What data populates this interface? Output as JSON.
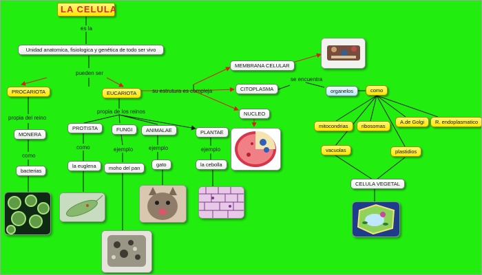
{
  "title": "LA  CELULA",
  "link_labels": {
    "es_la": "es  la",
    "pueden_ser": "pueden ser",
    "su_estructura": "su estrutura es compleja",
    "se_encuentra": "se encuentra",
    "propia_reino": "propia del reino",
    "como": "como",
    "propia_reinos": "propia de los reinos",
    "ejemplo": "ejemplo"
  },
  "nodes": {
    "unidad": "Unidad anatomica, fisiologica y genética de todo ser vivo",
    "membrana": "MEMBRANA CELULAR",
    "procariota": "PROCARIOTA",
    "eucariota": "EUCARIOTA",
    "citoplasma": "CITOPLASMA",
    "organelos": "organelos",
    "como_yellow": "como",
    "nucleo": "NUCLEO",
    "monera": "MONERA",
    "bacterias": "bacterias",
    "protista": "PROTISTA",
    "fungi": "FUNGI",
    "animalae": "ANIMALAE",
    "plantae": "PLANTAE",
    "euglena": "la euglena",
    "moho": "moho del pan",
    "gato": "gato",
    "cebolla": "la  cebolla",
    "mitocondrias": "mitocondrias",
    "ribosomas": "ribosomas",
    "golgi": "A.de Golgi",
    "reticulo": "R. endoplasmatico",
    "vacuolas": "vacuolas",
    "plastidios": "plastidios",
    "celula_vegetal": "CELULA VEGETAL"
  },
  "colors": {
    "background": "#21ee0f",
    "title_text": "#d12b2b",
    "arrow": "#d42020",
    "connector": "#1a1a1a"
  }
}
